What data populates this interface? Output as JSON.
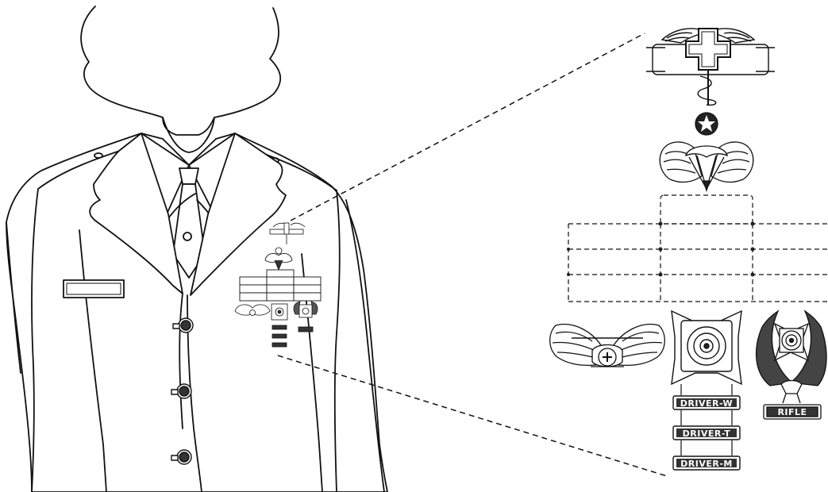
{
  "figure": {
    "badges": {
      "driver_bars": [
        "DRIVER-W",
        "DRIVER-T",
        "DRIVER-M"
      ],
      "marksman_bar": "RIFLE"
    }
  },
  "colors": {
    "line": "#111111",
    "background": "#ffffff"
  }
}
